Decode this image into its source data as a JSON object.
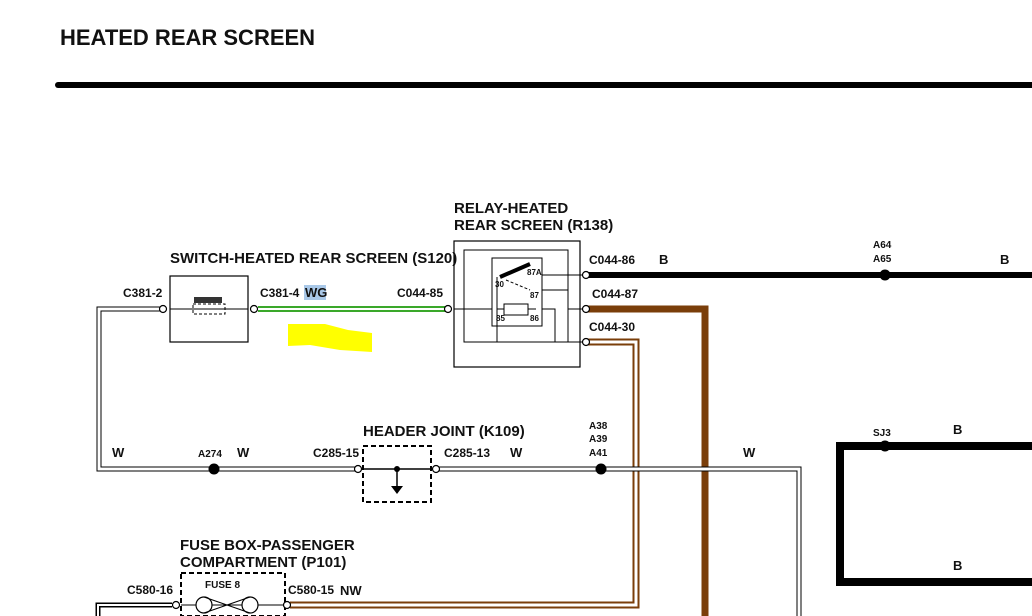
{
  "title": "HEATED REAR SCREEN",
  "components": {
    "relay": {
      "line1": "RELAY-HEATED",
      "line2": "REAR SCREEN (R138)",
      "pins": [
        "30",
        "87A",
        "87",
        "85",
        "86"
      ]
    },
    "switch": {
      "name": "SWITCH-HEATED REAR SCREEN (S120)"
    },
    "header_joint": {
      "name": "HEADER JOINT (K109)"
    },
    "fuse_box": {
      "line1": "FUSE BOX-PASSENGER",
      "line2": "COMPARTMENT (P101)",
      "fuse": "FUSE 8"
    }
  },
  "connectors": {
    "c044_86": "C044-86",
    "c044_87": "C044-87",
    "c044_30": "C044-30",
    "c044_85": "C044-85",
    "c381_2": "C381-2",
    "c381_4": "C381-4",
    "c285_15": "C285-15",
    "c285_13": "C285-13",
    "c580_16": "C580-16",
    "c580_15": "C580-15"
  },
  "splices": {
    "a64": "A64",
    "a65": "A65",
    "a274": "A274",
    "a38": "A38",
    "a39": "A39",
    "a41": "A41",
    "sj3": "SJ3"
  },
  "wire_colors": {
    "wg": "WG",
    "b_relay": "B",
    "b_right": "B",
    "b_sj3": "B",
    "b_bottom": "B",
    "w_left": "W",
    "w_a274": "W",
    "w_c285": "W",
    "w_right": "W",
    "nw": "NW"
  },
  "colors": {
    "wire_brown": "#7a3e0a",
    "wire_green": "#3aa82a",
    "wire_black": "#000000",
    "highlight_yellow": "#ffff00",
    "label_highlight": "#a9c8e8"
  }
}
